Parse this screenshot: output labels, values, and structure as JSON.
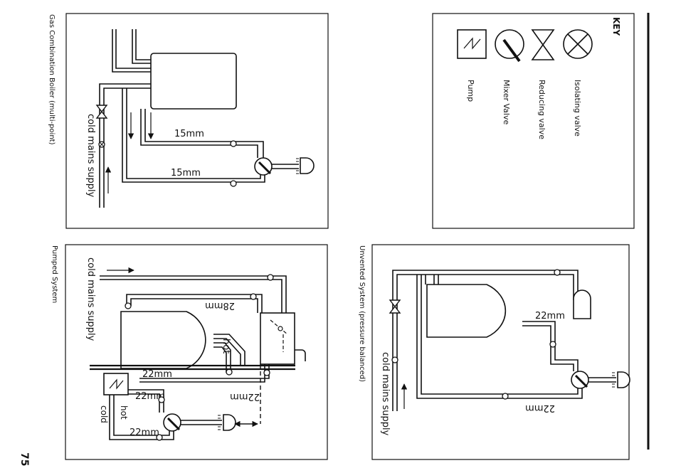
{
  "page_number": "75",
  "gas_panel": {
    "title": "Gas Combination Boiler (multi-point)",
    "supply_label": "cold mains supply",
    "pipe_upper": "15mm",
    "pipe_lower": "15mm"
  },
  "pumped_panel": {
    "title": "Pumped System",
    "supply_label": "cold mains supply",
    "pipe_28": "28mm",
    "hot_upper": "hot",
    "pipe_22_a": "22mm",
    "pipe_22_b": "22mm",
    "pipe_22_c": "22mm",
    "pipe_22_d": "22mm",
    "hot_lower": "hot",
    "cold_lower": "cold"
  },
  "unvented_panel": {
    "title": "Unvented System (pressure balanced)",
    "supply_label": "cold mains supply",
    "pipe_upper": "22mm",
    "pipe_lower": "22mm"
  },
  "key": {
    "title": "KEY",
    "items": [
      {
        "label": "Isolating valve",
        "icon": "isolating-valve-icon"
      },
      {
        "label": "Reducing valve",
        "icon": "reducing-valve-icon"
      },
      {
        "label": "Mixer Valve",
        "icon": "mixer-valve-icon"
      },
      {
        "label": "Pump",
        "icon": "pump-icon"
      }
    ]
  }
}
